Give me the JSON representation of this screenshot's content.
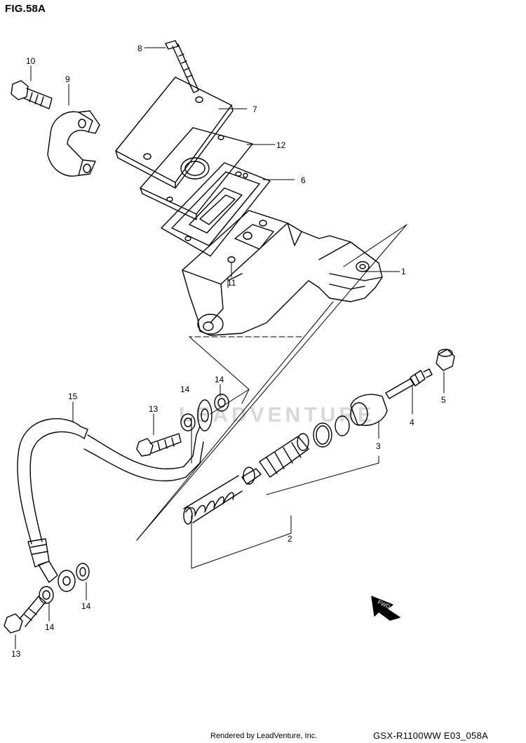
{
  "figure": {
    "title": "FIG.58A"
  },
  "callouts": [
    {
      "id": "1",
      "text": "1"
    },
    {
      "id": "2",
      "text": "2"
    },
    {
      "id": "3",
      "text": "3"
    },
    {
      "id": "4",
      "text": "4"
    },
    {
      "id": "5",
      "text": "5"
    },
    {
      "id": "6",
      "text": "6"
    },
    {
      "id": "7",
      "text": "7"
    },
    {
      "id": "8",
      "text": "8"
    },
    {
      "id": "9",
      "text": "9"
    },
    {
      "id": "10",
      "text": "10"
    },
    {
      "id": "11",
      "text": "11"
    },
    {
      "id": "12",
      "text": "12"
    },
    {
      "id": "13a",
      "text": "13"
    },
    {
      "id": "13b",
      "text": "13"
    },
    {
      "id": "14a",
      "text": "14"
    },
    {
      "id": "14b",
      "text": "14"
    },
    {
      "id": "14c",
      "text": "14"
    },
    {
      "id": "14d",
      "text": "14"
    },
    {
      "id": "15",
      "text": "15"
    }
  ],
  "direction_marker": "FWD",
  "watermark": "LEADVENTURE",
  "footer": {
    "rendered_by": "Rendered by LeadVenture, Inc.",
    "model_code": "GSX-R1100WW  E03_058A"
  }
}
